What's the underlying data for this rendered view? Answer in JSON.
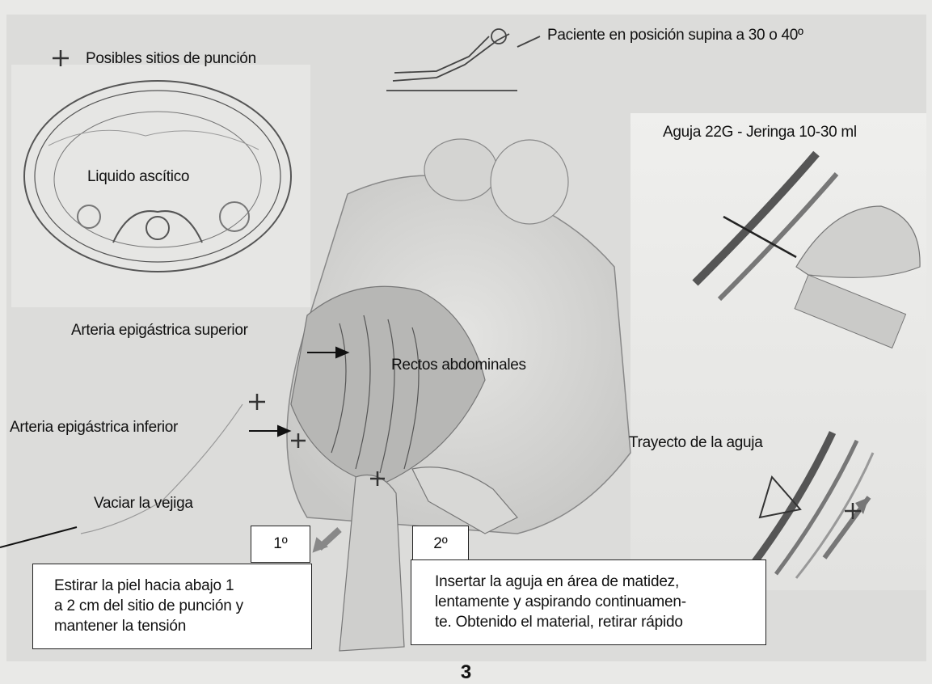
{
  "labels": {
    "puncture_sites": "Posibles sitios de punción",
    "patient_position": "Paciente en posición supina a 30 o 40º",
    "needle_syringe": "Aguja 22G  - Jeringa 10-30 ml",
    "ascitic_fluid": "Liquido ascítico",
    "superior_artery": "Arteria epigástrica  superior",
    "rectus_muscles": "Rectos abdominales",
    "inferior_artery": "Arteria epigástrica  inferior",
    "needle_path": "Trayecto de la aguja",
    "empty_bladder": "Vaciar  la vejiga"
  },
  "steps": [
    {
      "number": "1º",
      "lines": [
        "Estirar la piel hacia abajo 1",
        "a 2 cm del sitio de punción y",
        "mantener la tensión"
      ]
    },
    {
      "number": "2º",
      "lines": [
        "Insertar la aguja en área de matidez,",
        "lentamente y aspirando continuamen-",
        "te. Obtenido el material, retirar rápido"
      ]
    }
  ],
  "page_number": "3"
}
